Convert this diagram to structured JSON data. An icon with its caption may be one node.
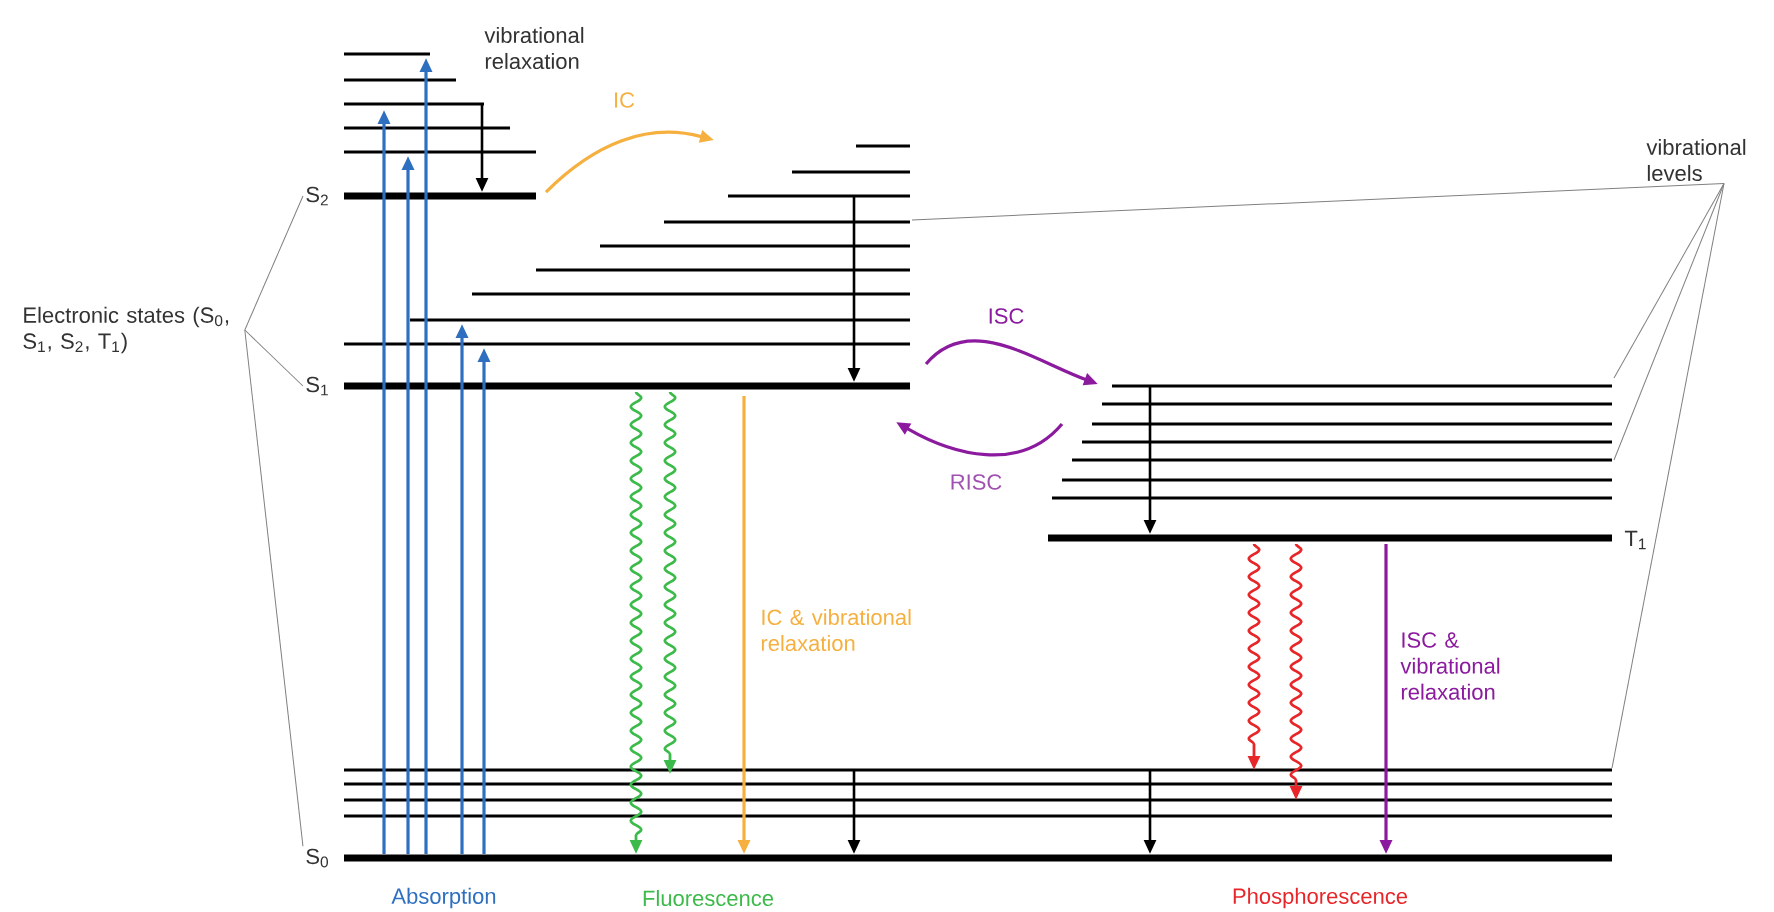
{
  "diagram": {
    "nodes": [
      {
        "text": [
          "Electronic states (S$_{0}$, S$_{1}$, S$_{2}$, T$_{1}$)"
        ]
      },
      {
        "text": [
          "S$_{2}$"
        ]
      },
      {
        "text": [
          "S$_{1}$"
        ]
      },
      {
        "text": [
          "S$_{0}$"
        ]
      },
      {
        "text": [
          "T$_{1}$"
        ]
      },
      {
        "text": [
          "vibrational levels"
        ]
      }
    ],
    "edges": [
      {
        "from": 0,
        "to": 1,
        "arrow": "none"
      },
      {
        "from": 0,
        "to": 2,
        "arrow": "none"
      },
      {
        "from": 0,
        "to": 3,
        "arrow": "none"
      },
      {
        "from": 5,
        "to": null,
        "arrow": "none"
      },
      {
        "from": 5,
        "to": null,
        "arrow": "none"
      },
      {
        "from": 5,
        "to": null,
        "arrow": "none"
      },
      {
        "from": 5,
        "to": null,
        "arrow": "none"
      }
    ],
    "labels": [
      "vibrational relaxation",
      "IC",
      "ISC",
      "RISC",
      "IC & vibrational relaxation",
      "ISC & vibrational relaxation",
      "Absorption",
      "Fluorescence",
      "Phosphorescence"
    ]
  }
}
